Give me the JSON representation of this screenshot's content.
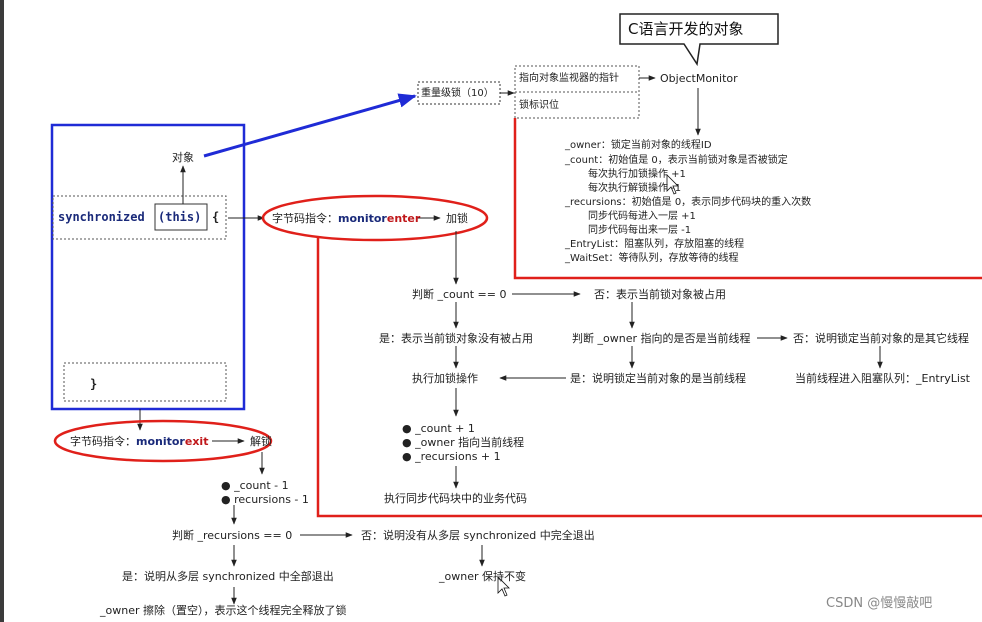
{
  "callout": {
    "label": "C语言开发的对象"
  },
  "lock_header": {
    "heavy_lock": "重量级锁（10）",
    "monitor_pointer": "指向对象监视器的指针",
    "lock_flag": "锁标识位",
    "object_monitor": "ObjectMonitor"
  },
  "code": {
    "object_label": "对象",
    "sync_keyword": "synchronized",
    "this_arg": "(this)",
    "open_brace": "{",
    "close_brace": "}"
  },
  "monitor_fields": [
    "_owner：锁定当前对象的线程ID",
    "_count：初始值是 0，表示当前锁对象是否被锁定",
    "每次执行加锁操作 +1",
    "每次执行解锁操作 -1",
    "_recursions：初始值是 0，表示同步代码块的重入次数",
    "同步代码每进入一层 +1",
    "同步代码每出来一层 -1",
    "_EntryList：阻塞队列，存放阻塞的线程",
    "_WaitSet：等待队列，存放等待的线程"
  ],
  "enter_flow": {
    "prefix": "字节码指令：",
    "instr_a": "monitor",
    "instr_b": "enter",
    "action": "加锁",
    "judge_count": "判断 _count == 0",
    "no_occupied": "否：表示当前锁对象被占用",
    "yes_free": "是：表示当前锁对象没有被占用",
    "judge_owner": "判断 _owner 指向的是否是当前线程",
    "no_other": "否：说明锁定当前对象的是其它线程",
    "yes_current": "是：说明锁定当前对象的是当前线程",
    "do_lock": "执行加锁操作",
    "enter_queue": "当前线程进入阻塞队列：_EntryList",
    "steps": [
      "_count + 1",
      "_owner 指向当前线程",
      "_recursions + 1"
    ],
    "run_code": "执行同步代码块中的业务代码"
  },
  "exit_flow": {
    "prefix": "字节码指令：",
    "instr_a": "monitor",
    "instr_b": "exit",
    "action": "解锁",
    "steps": [
      "_count - 1",
      "recursions - 1"
    ],
    "judge_rec": "判断 _recursions == 0",
    "no_exit": "否：说明没有从多层 synchronized 中完全退出",
    "yes_exit": "是：说明从多层 synchronized 中全部退出",
    "owner_keep": "_owner 保持不变",
    "owner_clear": "_owner 擦除（置空），表示这个线程完全释放了锁"
  },
  "watermark": "CSDN @慢慢敲吧",
  "colors": {
    "blue": "#1f2bd6",
    "red": "#e0201a",
    "dark_red": "#c0171a",
    "navy": "#1a2a7a"
  }
}
